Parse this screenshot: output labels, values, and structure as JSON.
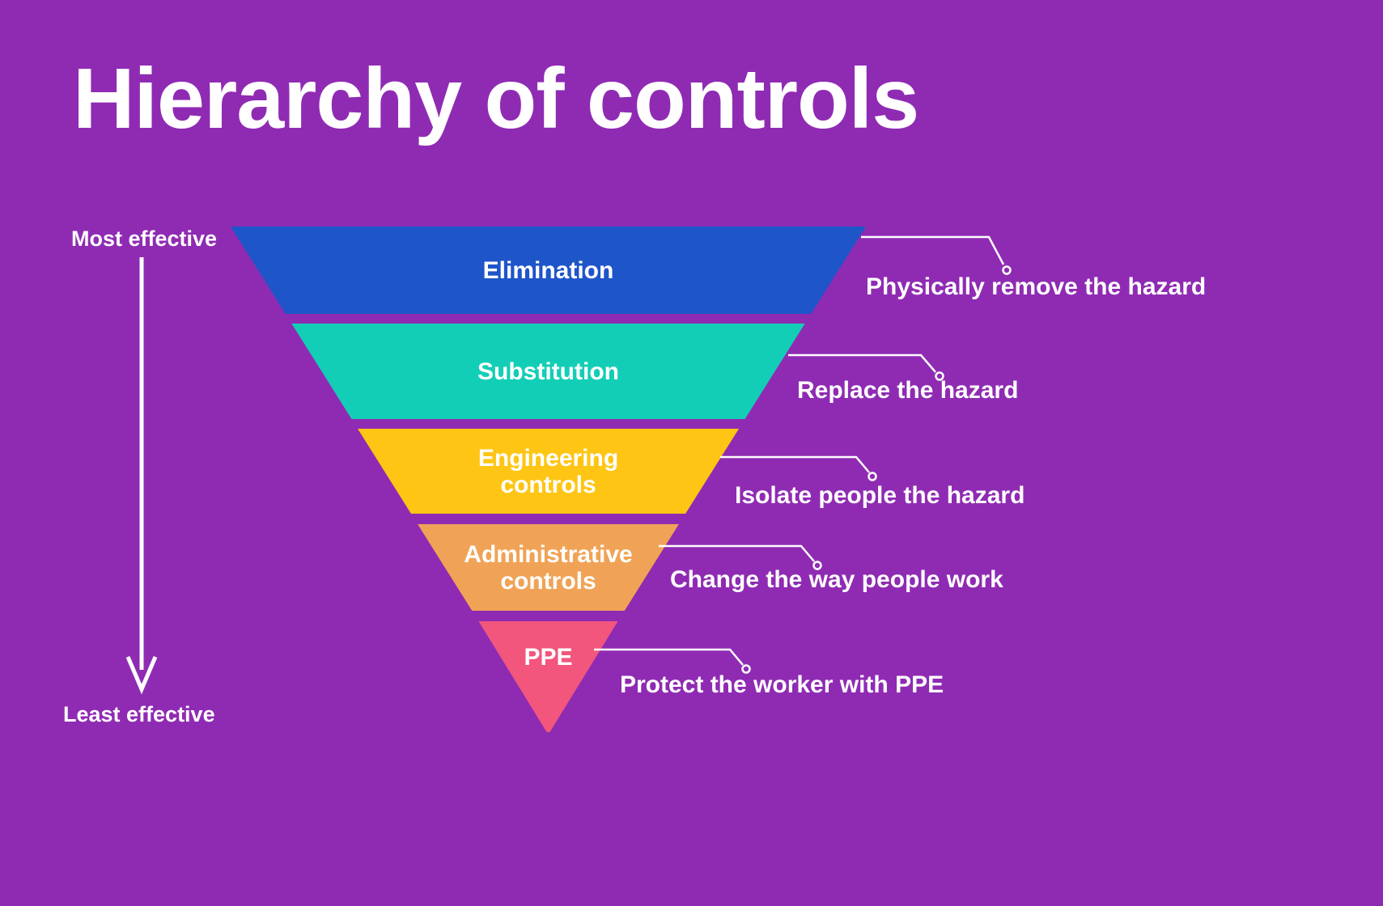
{
  "title": "Hierarchy of controls",
  "colors": {
    "background": "#8F2BB3",
    "text": "#FFFFFF",
    "line": "#FFFFFF"
  },
  "axis": {
    "most_label": "Most effective",
    "least_label": "Least effective"
  },
  "levels": [
    {
      "label": "Elimination",
      "color": "#1E55C9",
      "description": "Physically remove the hazard"
    },
    {
      "label": "Substitution",
      "color": "#13CEB6",
      "description": "Replace the hazard"
    },
    {
      "label": "Engineering controls",
      "color": "#FEC514",
      "description": "Isolate people the hazard"
    },
    {
      "label": "Administrative controls",
      "color": "#F0A356",
      "description": "Change the way people work"
    },
    {
      "label": "PPE",
      "color": "#F2567D",
      "description": "Protect the worker with PPE"
    }
  ]
}
